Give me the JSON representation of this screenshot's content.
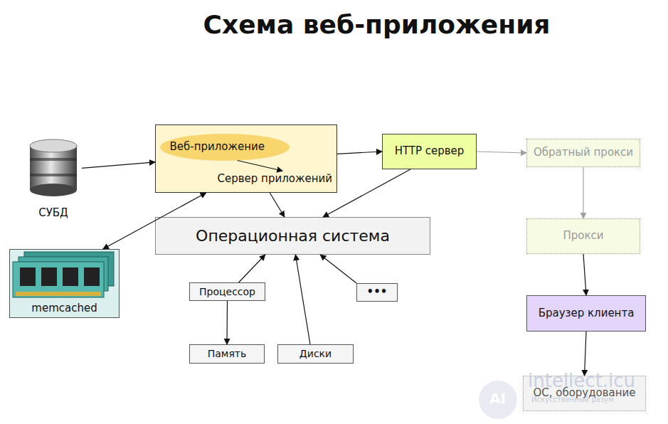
{
  "diagram": {
    "title": "Схема веб-приложения",
    "nodes": [
      {
        "text": [
          "СУБД"
        ]
      },
      {
        "text": [
          "Сервер приложений"
        ]
      },
      {
        "text": [
          "Веб-приложение"
        ],
        "in": 1
      },
      {
        "text": [
          "HTTP сервер"
        ]
      },
      {
        "text": [
          "Обратный прокси"
        ]
      },
      {
        "text": [
          "Прокси"
        ]
      },
      {
        "text": [
          "Браузер клиента"
        ]
      },
      {
        "text": [
          "ОС, оборудование"
        ]
      },
      {
        "text": [
          "Операционная система"
        ]
      },
      {
        "text": [
          "memcached"
        ]
      },
      {
        "text": [
          "Процессор"
        ]
      },
      {
        "text": [
          "Память"
        ]
      },
      {
        "text": [
          "Диски"
        ]
      },
      {
        "text": [
          "•••"
        ]
      }
    ],
    "edges": [
      {
        "from": 0,
        "to": 1,
        "arrow": "to"
      },
      {
        "from": 2,
        "to": 1,
        "arrow": "to"
      },
      {
        "from": 1,
        "to": 3,
        "arrow": "to"
      },
      {
        "from": 3,
        "to": 4,
        "arrow": "to"
      },
      {
        "from": 4,
        "to": 5,
        "arrow": "to"
      },
      {
        "from": 5,
        "to": 6,
        "arrow": "to"
      },
      {
        "from": 6,
        "to": 7,
        "arrow": "to"
      },
      {
        "from": 1,
        "to": 8,
        "arrow": "to"
      },
      {
        "from": 3,
        "to": 8,
        "arrow": "to"
      },
      {
        "from": 9,
        "to": 1,
        "arrow": "both"
      },
      {
        "from": 10,
        "to": 8,
        "arrow": "to"
      },
      {
        "from": 10,
        "to": 11,
        "arrow": "to"
      },
      {
        "from": 12,
        "to": 8,
        "arrow": "to"
      },
      {
        "from": 13,
        "to": 8,
        "arrow": "to"
      }
    ],
    "labels": [
      "AI",
      "intellect.icu",
      "Искусственный разум"
    ]
  }
}
